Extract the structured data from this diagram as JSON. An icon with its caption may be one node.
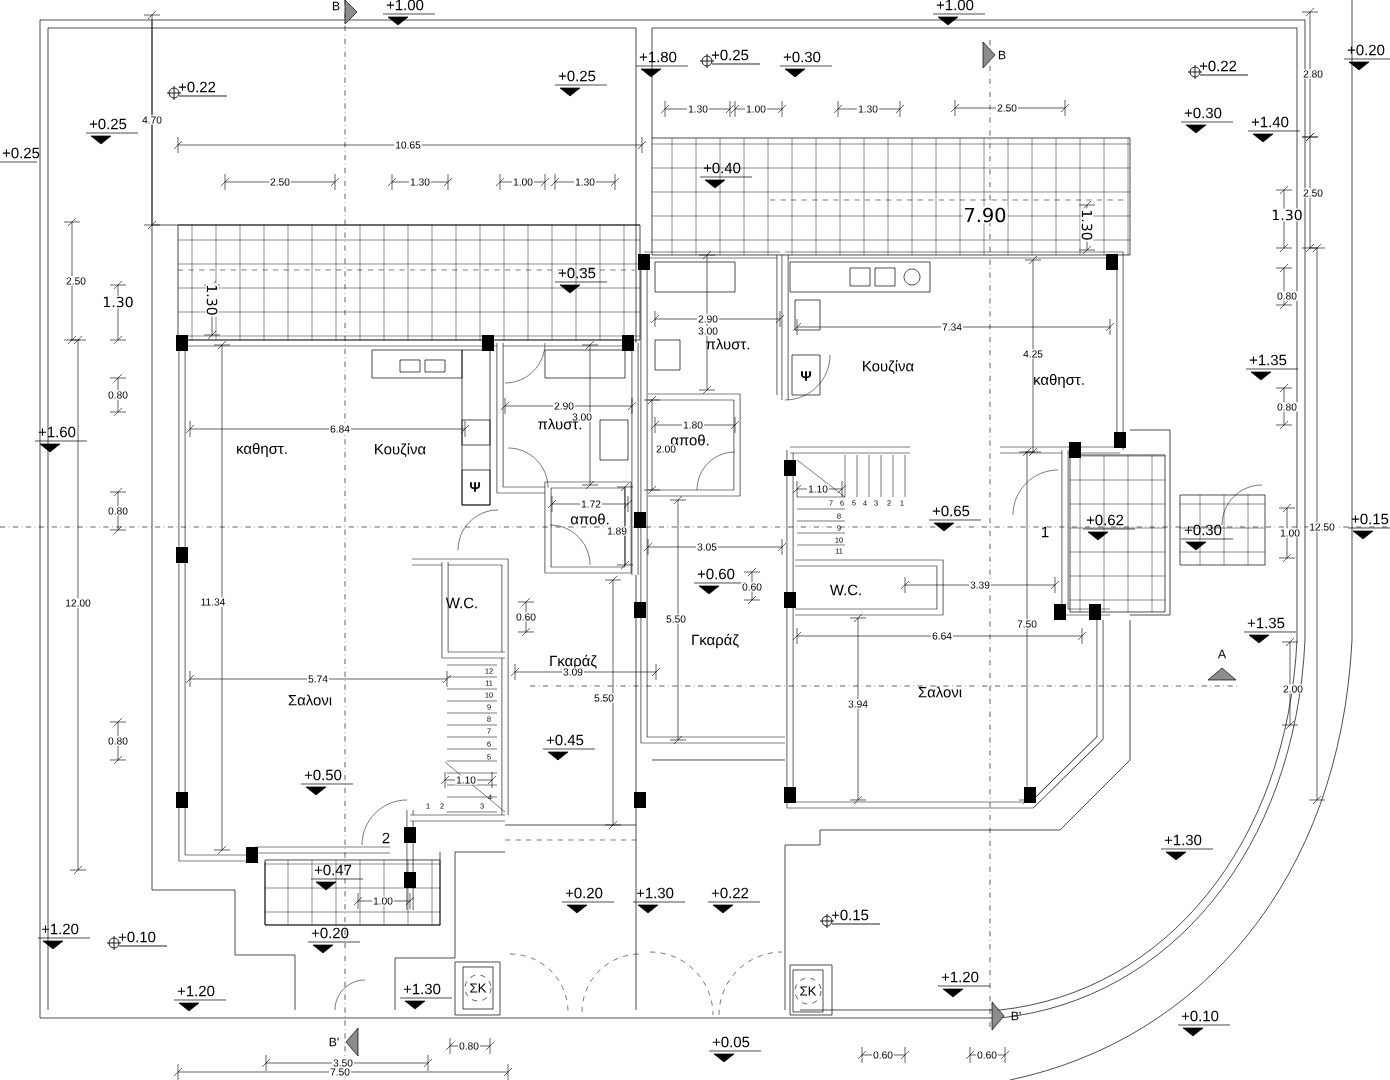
{
  "diagram": {
    "nodes": [
      {
        "text": [
          "ΣΚ"
        ]
      },
      {
        "text": [
          "ΣΚ"
        ]
      }
    ],
    "labels": [
      "B",
      "+1.00",
      "+1.00",
      "+1.80",
      "+0.25",
      "+0.30",
      "B",
      "+0.22",
      "+0.20",
      "2.80",
      "+0.25",
      "+0.22",
      "1.30",
      "1.00",
      "1.30",
      "2.50",
      "+0.25",
      "4.70",
      "+0.30",
      "+1.40",
      "10.65",
      "+0.25",
      "+0.40",
      "2.50",
      "1.30",
      "1.00",
      "1.30",
      "2.50",
      "1.30",
      "7.90",
      "1.30",
      "+0.35",
      "2.50",
      "0.80",
      "1.30",
      "1.30",
      "2.90",
      "7.34",
      "3.00",
      "πλυστ.",
      "4.25",
      "+1.35",
      "Κουζίνα",
      "Ψ",
      "καθηστ.",
      "0.80",
      "2.90",
      "0.80",
      "3.00",
      "πλυστ.",
      "1.80",
      "6.84",
      "+1.60",
      "αποθ.",
      "2.00",
      "καθηστ.",
      "Κουζίνα",
      "Ψ",
      "1.10",
      "0.80",
      "1.72",
      "+0.65",
      "αποθ.",
      "1.89",
      "1",
      "+0.62",
      "+0.30",
      "1.00",
      "12.50",
      "+0.15",
      "3.05",
      "+0.60",
      "0.60",
      "3.39",
      "W.C.",
      "11.34",
      "W.C.",
      "12.00",
      "0.60",
      "5.50",
      "+1.35",
      "7.50",
      "6.64",
      "Γκαράζ",
      "Γκαράζ",
      "A",
      "3.09",
      "5.74",
      "2.00",
      "Σαλονι",
      "5.50",
      "Σαλονι",
      "3.94",
      "+0.45",
      "0.80",
      "+0.50",
      "1.10",
      "2",
      "+1.30",
      "+0.47",
      "1.00",
      "+0.20",
      "+1.30",
      "+0.22",
      "+0.15",
      "+1.20",
      "+0.10",
      "+0.20",
      "+1.20",
      "+1.20",
      "+1.30",
      "B'",
      "+0.10",
      "B'",
      "0.80",
      "+0.05",
      "0.60",
      "0.60",
      "3.50",
      "7.50",
      "12",
      "11",
      "10",
      "9",
      "8",
      "7",
      "6",
      "5",
      "4",
      "1",
      "2",
      "3",
      "7",
      "6",
      "5",
      "4",
      "3",
      "2",
      "1",
      "8",
      "9",
      "10",
      "11"
    ]
  }
}
